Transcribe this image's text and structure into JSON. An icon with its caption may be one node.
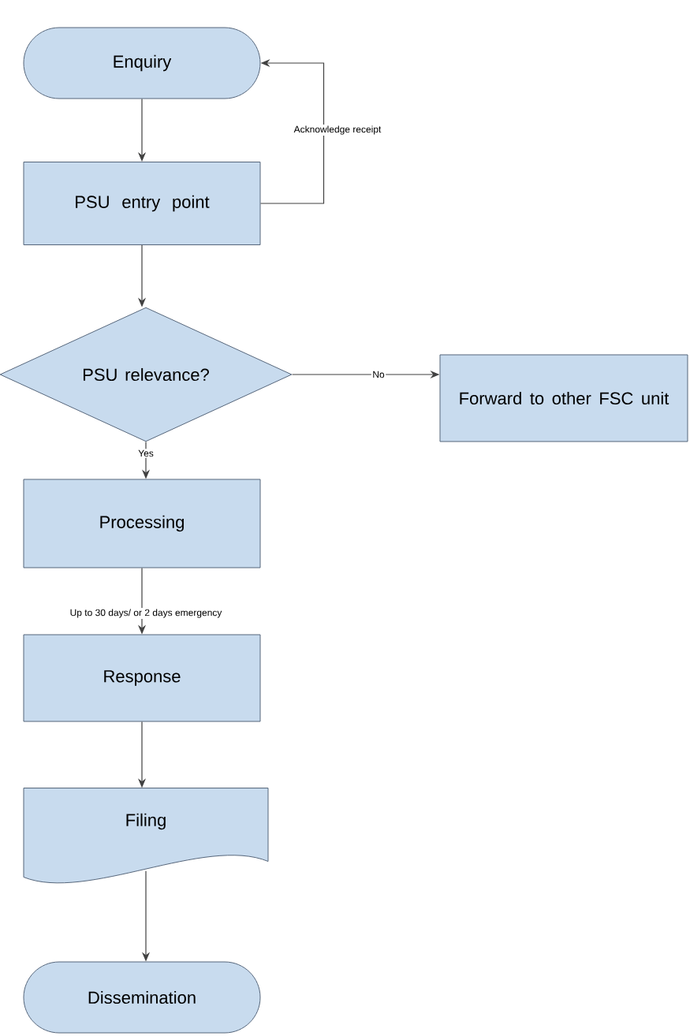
{
  "diagram": {
    "nodes": [
      {
        "text": [
          "Enquiry"
        ]
      },
      {
        "text": [
          "PSU entry point"
        ]
      },
      {
        "text": [
          "PSU relevance?"
        ]
      },
      {
        "text": [
          "Forward to other FSC unit"
        ]
      },
      {
        "text": [
          "Processing"
        ]
      },
      {
        "text": [
          "Response"
        ]
      },
      {
        "text": [
          "Filing"
        ]
      },
      {
        "text": [
          "Dissemination"
        ]
      }
    ],
    "edges": [
      {
        "from": 0,
        "to": 1,
        "arrow": "to"
      },
      {
        "from": 1,
        "to": 0,
        "arrow": "to",
        "label": "Acknowledge receipt"
      },
      {
        "from": 1,
        "to": 2,
        "arrow": "to"
      },
      {
        "from": 2,
        "to": 3,
        "arrow": "to",
        "label": "No"
      },
      {
        "from": 2,
        "to": 4,
        "arrow": "to",
        "label": "Yes"
      },
      {
        "from": 4,
        "to": 5,
        "arrow": "to",
        "label": "Up to 30 days/ or 2 days emergency"
      },
      {
        "from": 5,
        "to": 6,
        "arrow": "to"
      },
      {
        "from": 6,
        "to": 7,
        "arrow": "to"
      }
    ]
  }
}
